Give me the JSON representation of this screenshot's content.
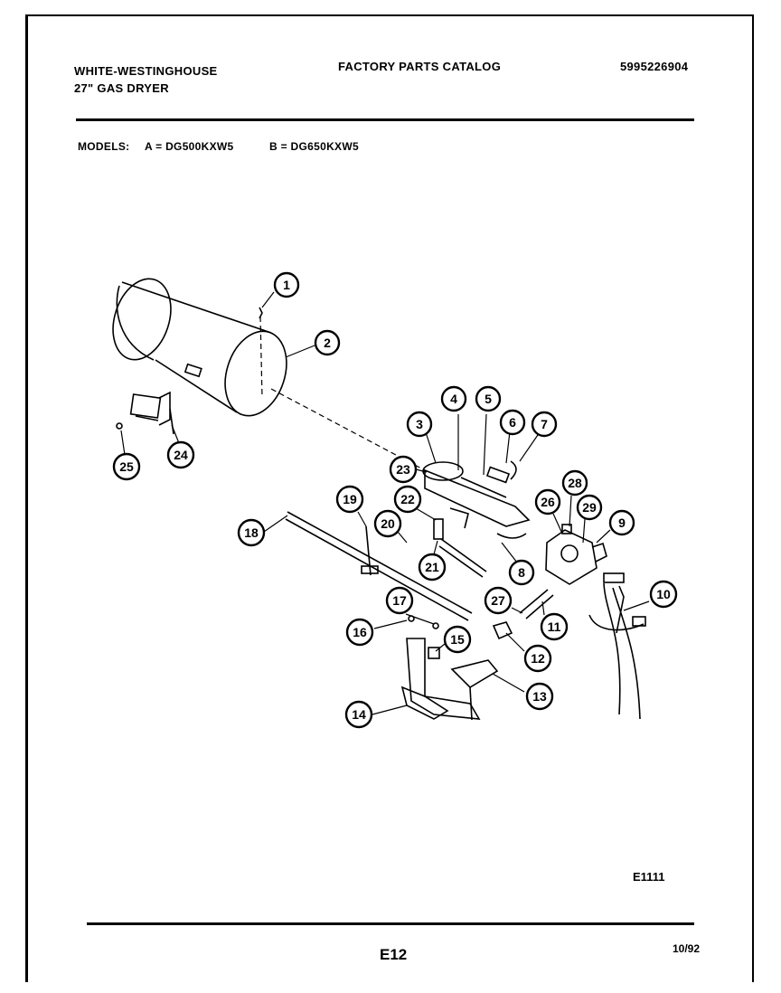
{
  "header": {
    "brand": "WHITE-WESTINGHOUSE",
    "product": "27\" GAS DRYER",
    "catalog_title": "FACTORY PARTS CATALOG",
    "catalog_number": "5995226904"
  },
  "models": {
    "label": "MODELS:",
    "a": "A = DG500KXW5",
    "b": "B = DG650KXW5"
  },
  "callouts": [
    "1",
    "2",
    "3",
    "4",
    "5",
    "6",
    "7",
    "8",
    "9",
    "10",
    "11",
    "12",
    "13",
    "14",
    "15",
    "16",
    "17",
    "18",
    "19",
    "20",
    "21",
    "22",
    "23",
    "25",
    "24",
    "26",
    "27",
    "28",
    "29"
  ],
  "footer": {
    "figure_code": "E1111",
    "page": "E12",
    "date": "10/92"
  }
}
